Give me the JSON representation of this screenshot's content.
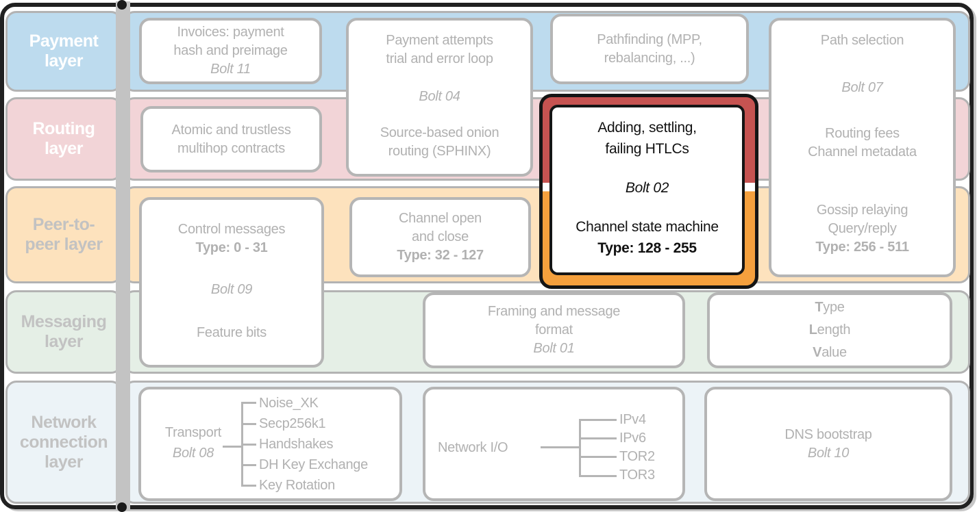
{
  "layers": {
    "payment": {
      "line1": "Payment",
      "line2": "layer"
    },
    "routing": {
      "line1": "Routing",
      "line2": "layer"
    },
    "p2p": {
      "line1": "Peer-to-",
      "line2": "peer layer"
    },
    "messaging": {
      "line1": "Messaging",
      "line2": "layer"
    },
    "network": {
      "line1": "Network",
      "line2": "connection",
      "line3": "layer"
    }
  },
  "boxes": {
    "invoices": {
      "line1": "Invoices: payment",
      "line2": "hash and preimage",
      "bolt": "Bolt 11"
    },
    "payment_attempts": {
      "line1": "Payment attempts",
      "line2": "trial and error loop",
      "bolt": "Bolt 04",
      "line3": "Source-based onion",
      "line4": "routing (SPHINX)"
    },
    "pathfinding": {
      "line1": "Pathfinding (MPP,",
      "line2": "rebalancing, ...)"
    },
    "path_selection": {
      "line1": "Path selection",
      "bolt": "Bolt 07",
      "line2": "Routing fees",
      "line3": "Channel metadata",
      "line4": "Gossip relaying",
      "line5": "Query/reply",
      "type": "Type: 256 - 511"
    },
    "atomic": {
      "line1": "Atomic and trustless",
      "line2": "multihop contracts"
    },
    "htlc": {
      "line1": "Adding, settling,",
      "line2": "failing HTLCs",
      "bolt": "Bolt 02",
      "line3": "Channel state machine",
      "type": "Type: 128 - 255"
    },
    "control": {
      "line1": "Control messages",
      "type": "Type: 0 - 31",
      "bolt": "Bolt 09",
      "line2": "Feature bits"
    },
    "channel_open": {
      "line1": "Channel open",
      "line2": "and close",
      "type": "Type: 32 - 127"
    },
    "framing": {
      "line1": "Framing and message",
      "line2": "format",
      "bolt": "Bolt 01"
    },
    "tlv": {
      "line1": "Type",
      "line2": "Length",
      "line3": "Value"
    },
    "transport": {
      "label": "Transport",
      "bolt": "Bolt 08",
      "items": [
        "Noise_XK",
        "Secp256k1",
        "Handshakes",
        "DH Key Exchange",
        "Key Rotation"
      ]
    },
    "network_io": {
      "label": "Network I/O",
      "items": [
        "IPv4",
        "IPv6",
        "TOR2",
        "TOR3"
      ]
    },
    "dns": {
      "line1": "DNS bootstrap",
      "bolt": "Bolt 10"
    }
  },
  "colors": {
    "payment_layer": "#bddbee",
    "routing_layer": "#f2d4d7",
    "p2p_layer": "#fde2bd",
    "messaging_layer": "#e5efe6",
    "network_layer": "#ecf3f7",
    "highlight_red": "#c65351",
    "highlight_orange": "#f5a03d",
    "frame_black": "#212121",
    "muted_gray": "#b1b1b1"
  }
}
